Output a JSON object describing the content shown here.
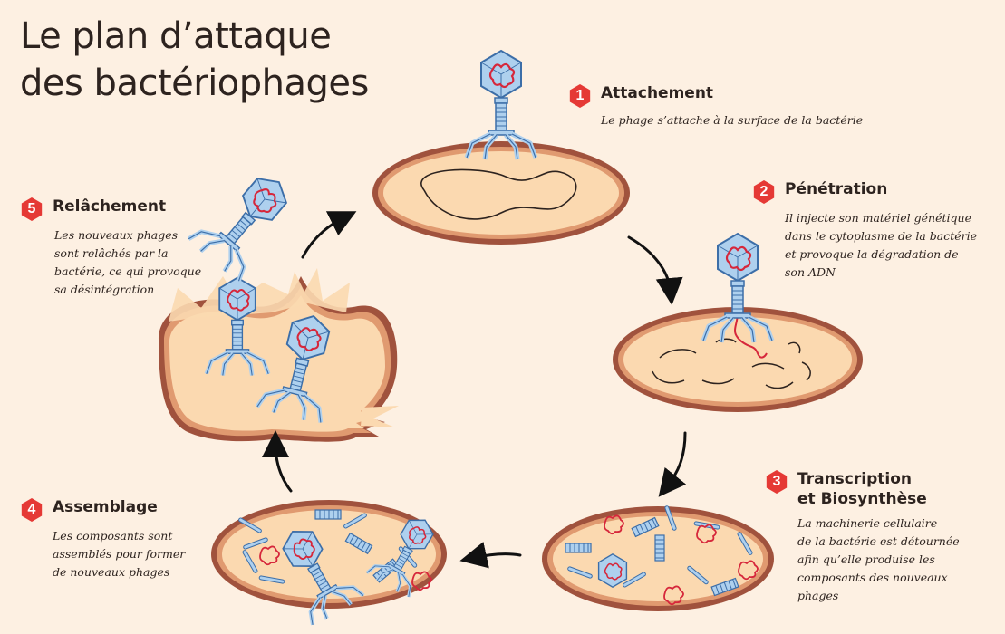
{
  "title": {
    "line1": "Le plan d’attaque",
    "line2": "des bactériophages"
  },
  "steps": [
    {
      "number": "1",
      "title": [
        "Attachement"
      ],
      "description": [
        "Le phage s’attache à la surface de la bactérie"
      ]
    },
    {
      "number": "2",
      "title": [
        "Pénétration"
      ],
      "description": [
        "Il injecte son matériel génétique",
        "dans le cytoplasme de la bactérie",
        "et provoque la dégradation de",
        "son ADN"
      ]
    },
    {
      "number": "3",
      "title": [
        "Transcription",
        "et Biosynthèse"
      ],
      "description": [
        "La machinerie cellulaire",
        "de la bactérie est détournée",
        "afin qu’elle produise les",
        "composants des nouveaux",
        "phages"
      ]
    },
    {
      "number": "4",
      "title": [
        "Assemblage"
      ],
      "description": [
        "Les composants sont",
        "assemblés pour former",
        "de nouveaux phages"
      ]
    },
    {
      "number": "5",
      "title": [
        "Relâchement"
      ],
      "description": [
        "Les nouveaux phages",
        "sont relâchés par la",
        "bactérie, ce qui provoque",
        "sa désintégration"
      ]
    }
  ],
  "colors": {
    "background": "#fdf0e2",
    "cell_wall": "#a0523d",
    "cell_wall_inner": "#e09a70",
    "cytoplasm": "#fbd9b0",
    "phage_fill": "#aed0ee",
    "phage_stroke": "#3c6ea8",
    "dna": "#d6273b",
    "bacterial_dna": "#2d231f",
    "badge": "#e53935",
    "arrow": "#111111"
  }
}
